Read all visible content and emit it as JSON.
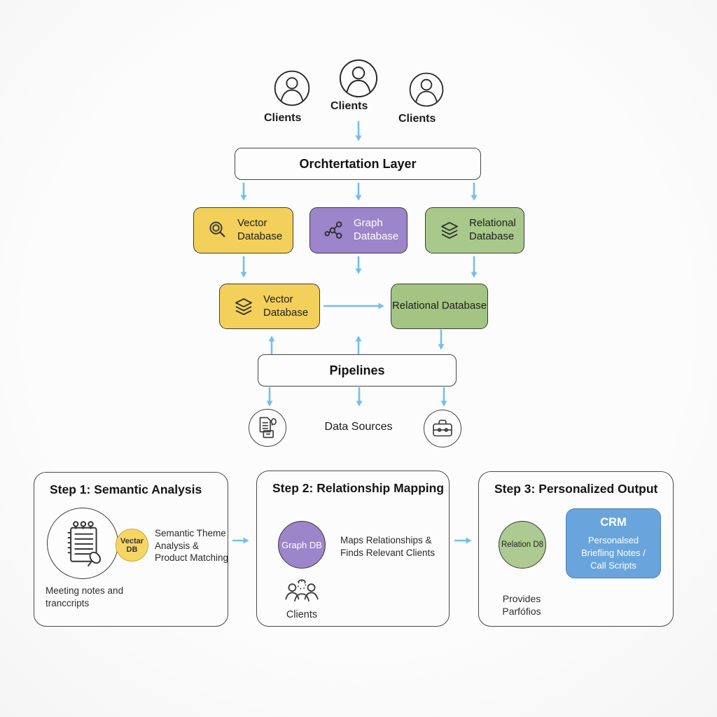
{
  "diagram": {
    "clients": [
      {
        "label": "Clients",
        "icon": "person-icon"
      },
      {
        "label": "Clients",
        "icon": "person-icon"
      },
      {
        "label": "Clients",
        "icon": "person-icon"
      }
    ],
    "orchestration_label": "Orchtertation Layer",
    "db_row1": [
      {
        "label": "Vector Database",
        "icon": "search-icon",
        "color": "#F2D05A"
      },
      {
        "label": "Graph Database",
        "icon": "graph-icon",
        "color": "#9C85CB"
      },
      {
        "label": "Relational Database",
        "icon": "layers-icon",
        "color": "#A8C98A"
      }
    ],
    "db_row2": [
      {
        "label": "Vector Database",
        "icon": "layers-icon",
        "color": "#F2D05A"
      },
      {
        "label": "Relational Database",
        "icon": "none",
        "color": "#A3C483"
      }
    ],
    "pipelines_label": "Pipelines",
    "data_sources": {
      "label": "Data Sources",
      "left_icon": "documents-icon",
      "right_icon": "briefcase-icon"
    },
    "steps": [
      {
        "title": "Step 1: Semantic Analysis",
        "badge": "Vectar DB",
        "badge_color": "#F5D564",
        "bubble_icon": "notebook-mic-icon",
        "description": "Semantic Theme\nAnalysis &\nProduct Matching",
        "caption": "Meeting notes and\ntranccripts"
      },
      {
        "title": "Step 2: Relationship Mapping",
        "badge": "Graph DB",
        "badge_color": "#9C85CB",
        "description": "Maps Relationships &\nFinds Relevant Clients",
        "group_icon": "people-group-icon",
        "caption": "Clients"
      },
      {
        "title": "Step 3: Personalized Output",
        "badge": "Relation D8",
        "badge_color": "#ADCB90",
        "crm_title": "CRM",
        "crm_body": "Personalsed\nBriefling Notes /\nCall Scripts",
        "crm_color": "#69A5DC",
        "caption": "Provides\nParfófios"
      }
    ],
    "colors": {
      "arrow": "#72BFF2",
      "yellow": "#F2D05A",
      "purple": "#9C85CB",
      "green": "#A8C98A",
      "blue": "#69A5DC",
      "background": "#FAFAFA"
    }
  }
}
